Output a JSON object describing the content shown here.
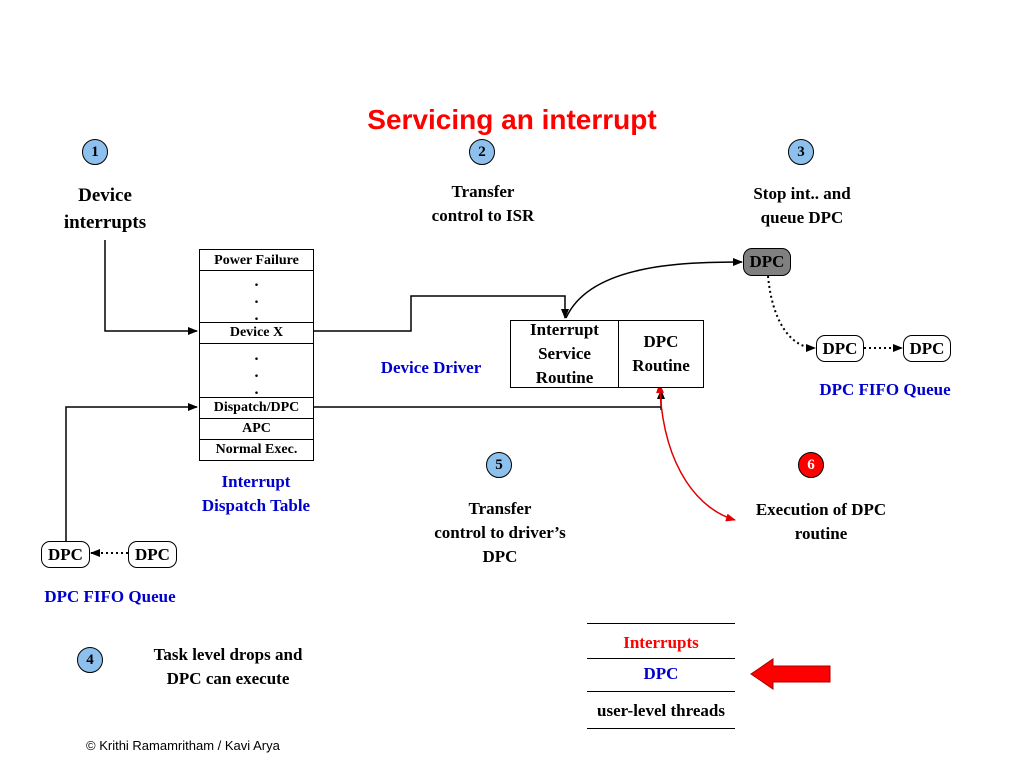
{
  "title": "Servicing an interrupt",
  "steps": {
    "s1": {
      "num": "1",
      "line1": "Device",
      "line2": "interrupts"
    },
    "s2": {
      "num": "2",
      "line1": "Transfer",
      "line2": "control to ISR"
    },
    "s3": {
      "num": "3",
      "line1": "Stop int.. and",
      "line2": "queue DPC"
    },
    "s4": {
      "num": "4",
      "line1": "Task level drops and",
      "line2": "DPC can execute"
    },
    "s5": {
      "num": "5",
      "line1": "Transfer",
      "line2": "control to driver’s",
      "line3": "DPC"
    },
    "s6": {
      "num": "6",
      "line1": "Execution of DPC",
      "line2": "routine"
    }
  },
  "dispatch_table": {
    "rows": [
      "Power Failure",
      "Device X",
      "Dispatch/DPC",
      "APC",
      "Normal Exec."
    ],
    "dot": ".",
    "caption1": "Interrupt",
    "caption2": "Dispatch Table"
  },
  "device_driver": "Device Driver",
  "isr_box": {
    "isr1": "Interrupt",
    "isr2": "Service",
    "isr3": "Routine",
    "dpc1": "DPC",
    "dpc2": "Routine"
  },
  "dpc_label": "DPC",
  "queue_label": "DPC FIFO Queue",
  "legend": {
    "interrupts": "Interrupts",
    "dpc": "DPC",
    "user": "user-level threads"
  },
  "copyright": "© Krithi Ramamritham / Kavi Arya",
  "colors": {
    "title": "#ff0000",
    "blue_text": "#0000cc",
    "circle": "#8ec0ee",
    "red_circle": "#ff0000",
    "gray_dpc": "#808080",
    "legend_arrow": "#ff0000"
  },
  "icons": {
    "legend_pointer": "left-arrow-icon"
  }
}
